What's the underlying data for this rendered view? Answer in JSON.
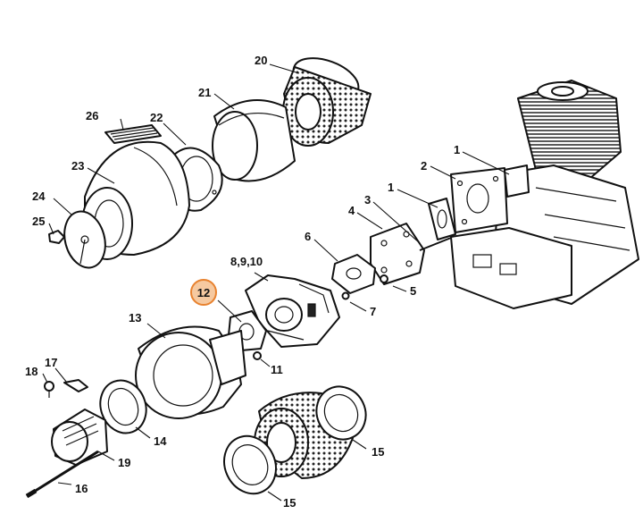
{
  "callouts": {
    "c1a": "1",
    "c1b": "1",
    "c2": "2",
    "c3": "3",
    "c4": "4",
    "c5": "5",
    "c6": "6",
    "c7": "7",
    "c8_9_10": "8,9,10",
    "c11": "11",
    "c12": "12",
    "c13": "13",
    "c14": "14",
    "c15a": "15",
    "c15b": "15",
    "c16": "16",
    "c17": "17",
    "c18": "18",
    "c19": "19",
    "c20": "20",
    "c21": "21",
    "c22": "22",
    "c23": "23",
    "c24": "24",
    "c25": "25",
    "c26": "26"
  },
  "highlight": {
    "color": "#e8822f",
    "fill": "#f6c9a0",
    "part": "12"
  }
}
